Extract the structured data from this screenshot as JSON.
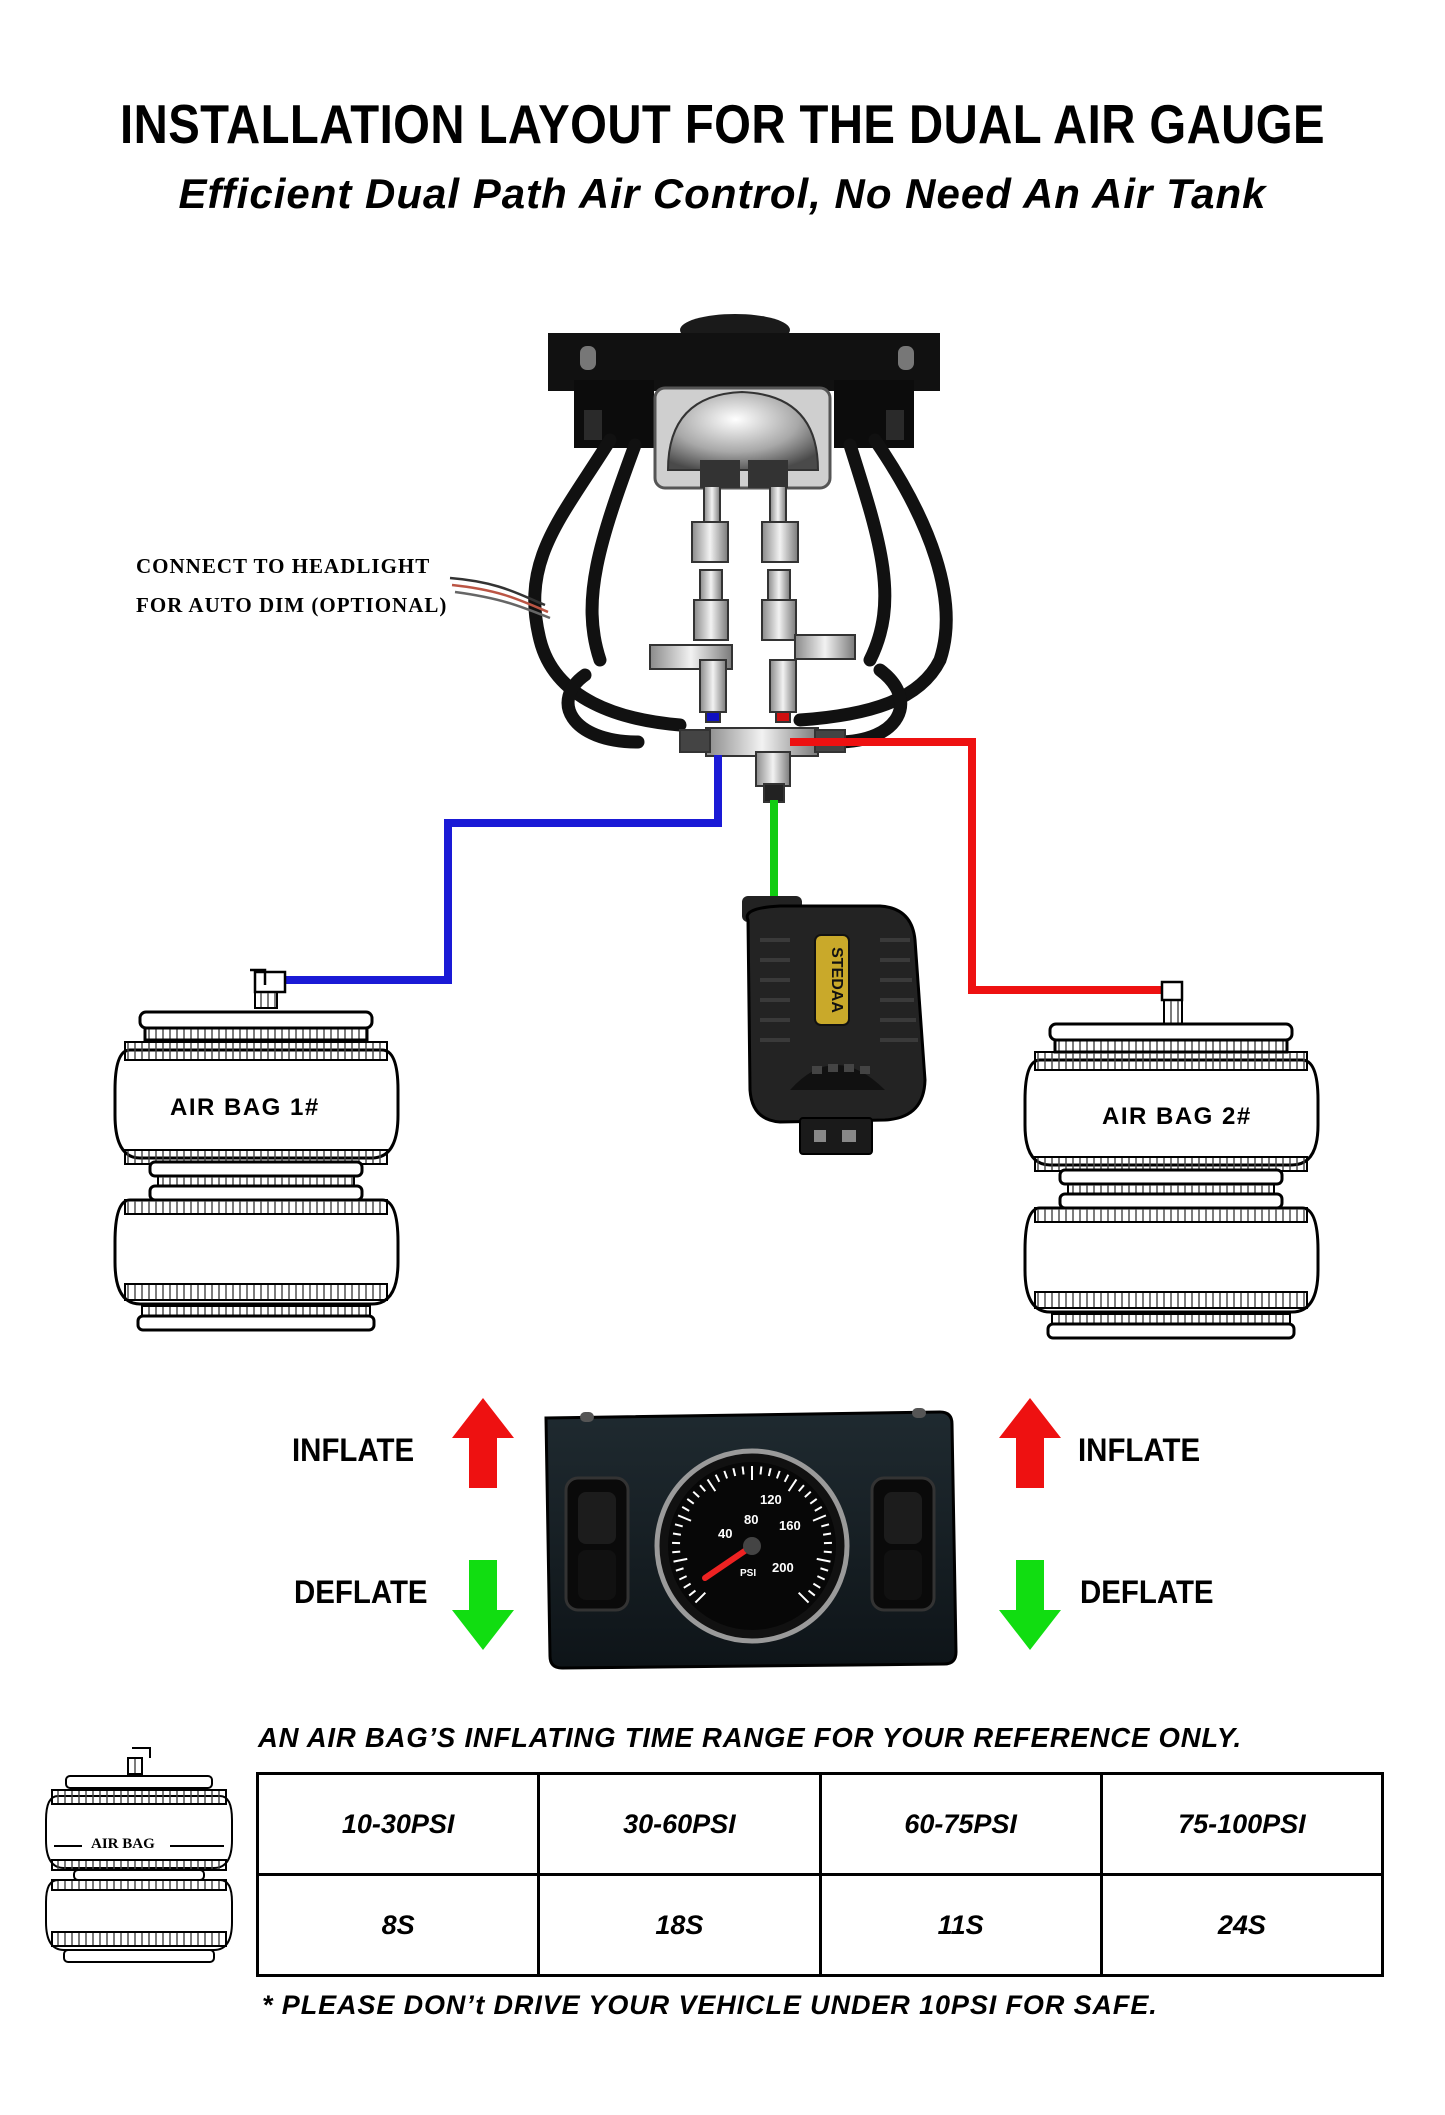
{
  "title": "INSTALLATION LAYOUT FOR THE DUAL AIR GAUGE",
  "subtitle": "Efficient Dual Path Air Control, No Need An Air Tank",
  "headlight_note": {
    "line1": "CONNECT TO HEADLIGHT",
    "line2": "FOR AUTO DIM (OPTIONAL)"
  },
  "air_bags": {
    "left_label": "AIR BAG 1#",
    "right_label": "AIR BAG 2#",
    "small_label": "AIR BAG"
  },
  "compressor_brand": "STEDAA",
  "gauge": {
    "ticks": [
      "40",
      "80",
      "120",
      "160",
      "200"
    ],
    "unit": "PSI"
  },
  "controls": {
    "left_up": "INFLATE",
    "left_down": "DEFLATE",
    "right_up": "INFLATE",
    "right_down": "DEFLATE"
  },
  "reference": {
    "heading": "AN AIR BAG’S INFLATING TIME RANGE FOR YOUR REFERENCE ONLY.",
    "headers": [
      "10-30PSI",
      "30-60PSI",
      "60-75PSI",
      "75-100PSI"
    ],
    "values": [
      "8S",
      "18S",
      "11S",
      "24S"
    ]
  },
  "warning": "*  PLEASE DON’t DRIVE YOUR VEHICLE UNDER 10PSI FOR SAFE.",
  "colors": {
    "line_left": "#1a1ad6",
    "line_right": "#ee1111",
    "line_center": "#11cc11",
    "arrow_up": "#ee1111",
    "arrow_down": "#11dd11"
  }
}
